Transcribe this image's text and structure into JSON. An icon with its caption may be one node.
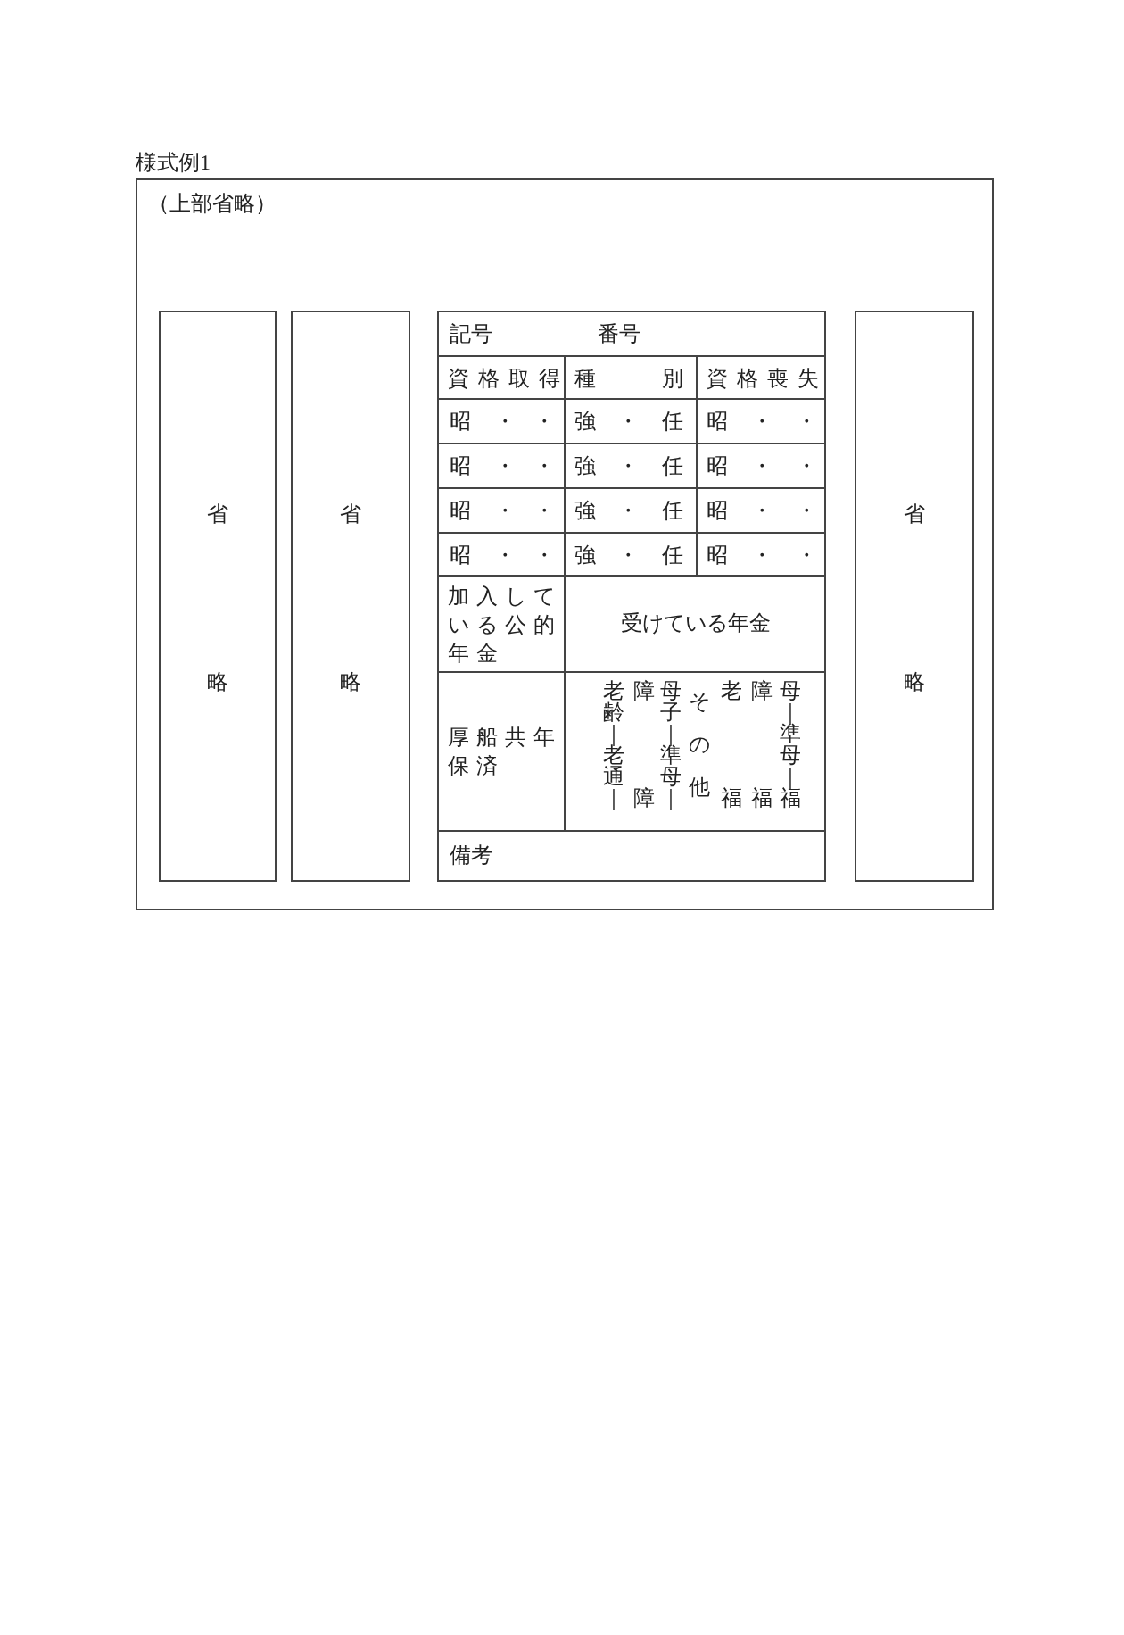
{
  "diagram": {
    "title": "様式例1",
    "nodes": [
      {
        "text": [
          "（上部省略）"
        ]
      },
      {
        "text": [
          "省",
          "略"
        ],
        "in": 0
      },
      {
        "text": [
          "省",
          "略"
        ],
        "in": 0
      },
      {
        "text": [
          "省",
          "略"
        ],
        "in": 0
      }
    ],
    "labels": [
      "記号",
      "番号",
      "資格取得",
      "種",
      "別",
      "資格喪失",
      "昭",
      "・",
      "・",
      "強",
      "・",
      "任",
      "昭",
      "・",
      "・",
      "昭",
      "・",
      "・",
      "強",
      "・",
      "任",
      "昭",
      "・",
      "・",
      "昭",
      "・",
      "・",
      "強",
      "・",
      "任",
      "昭",
      "・",
      "・",
      "昭",
      "・",
      "・",
      "強",
      "・",
      "任",
      "昭",
      "・",
      "・",
      "加入している公的年金",
      "受けている年金",
      "厚船共年保済",
      "老齢｜老通｜",
      "障",
      "障",
      "母子｜準母｜",
      "その他",
      "老",
      "福",
      "障",
      "福",
      "母｜準母｜福",
      "備考"
    ]
  }
}
